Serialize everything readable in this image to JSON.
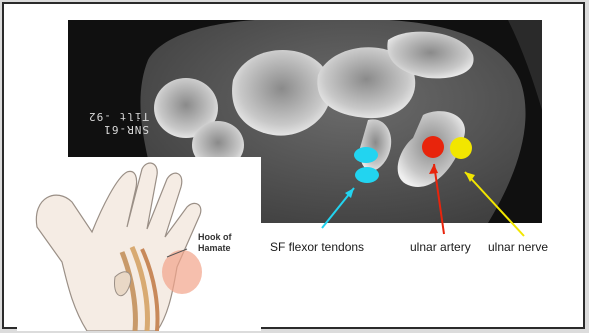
{
  "ct_overlay_text": {
    "line1": "SNR-61",
    "line2": "Tilt -92"
  },
  "inset": {
    "hook_label_line1": "Hook of",
    "hook_label_line2": "Hamate"
  },
  "labels": {
    "sf_flexor_tendons": "SF flexor tendons",
    "ulnar_artery": "ulnar artery",
    "ulnar_nerve": "ulnar nerve"
  },
  "colors": {
    "tendon_marker": "#22d4f0",
    "artery_marker": "#e8240c",
    "nerve_marker": "#f2e600",
    "slide_border": "#2b2b2b"
  }
}
